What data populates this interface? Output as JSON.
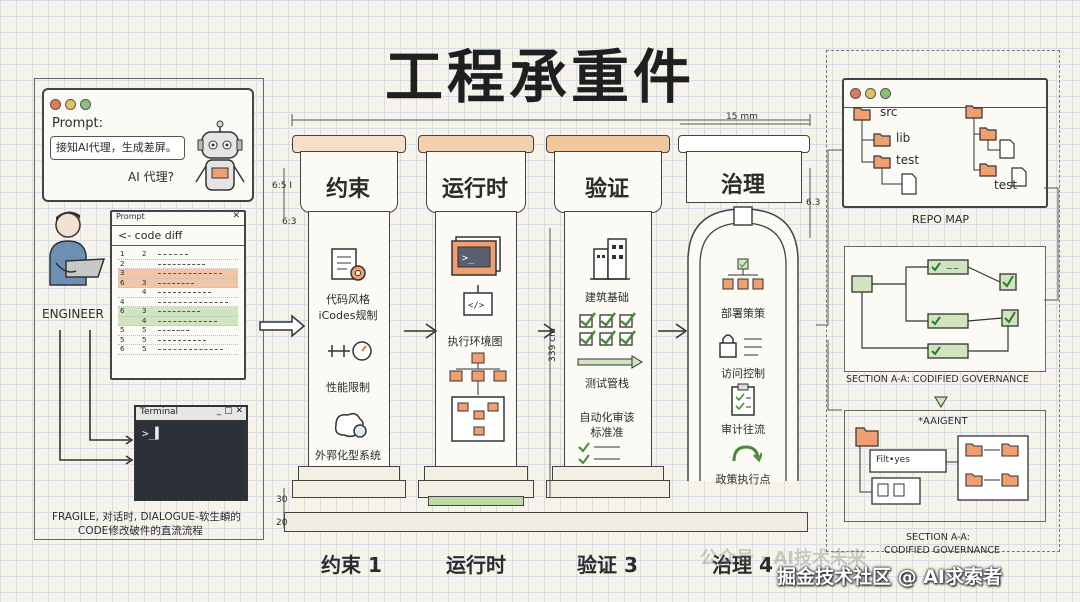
{
  "title": "工程承重件",
  "left": {
    "prompt_label": "Prompt:",
    "prompt_text": "接知AI代理，生成差屏。",
    "robot_text": "AI 代理?",
    "engineer_label": "ENGINEER",
    "prompt_window_label": "Prompt",
    "code_diff_label": "<- code diff",
    "diff_rows": [
      {
        "a": "1",
        "b": "2",
        "type": ""
      },
      {
        "a": "2",
        "b": "",
        "type": ""
      },
      {
        "a": "3",
        "b": "",
        "type": "del"
      },
      {
        "a": "6",
        "b": "3",
        "type": "del"
      },
      {
        "a": "",
        "b": "4",
        "type": ""
      },
      {
        "a": "4",
        "b": "",
        "type": ""
      },
      {
        "a": "6",
        "b": "3",
        "type": "add"
      },
      {
        "a": "",
        "b": "4",
        "type": "add"
      },
      {
        "a": "5",
        "b": "5",
        "type": ""
      },
      {
        "a": "5",
        "b": "5",
        "type": ""
      },
      {
        "a": "6",
        "b": "5",
        "type": ""
      }
    ],
    "terminal_label": "Terminal",
    "terminal_prompt": ">_▌",
    "caption_line1": "FRAGILE, 对话时, DIALOGUE-软生頔的",
    "caption_line2": "CODE修改破件的直流流程"
  },
  "pillars": [
    {
      "name": "约束",
      "items": [
        "代码风格",
        "iCodes规制",
        "性能限制",
        "外郛化型系统"
      ],
      "bottom": "约束 1",
      "cap_color": "#f5dfc9"
    },
    {
      "name": "运行时",
      "items": [
        "执行环境图"
      ],
      "bottom": "运行时",
      "cap_color": "#f3cfae"
    },
    {
      "name": "验证",
      "items": [
        "建筑基础",
        "测试管栈",
        "自动化审该",
        "标准准"
      ],
      "bottom": "验证 3",
      "cap_color": "#f0c8a0"
    },
    {
      "name": "治理",
      "items": [
        "部署策策",
        "访问控制",
        "审计往流",
        "政策执行点"
      ],
      "bottom": "治理 4",
      "cap_color": "#ffffff"
    }
  ],
  "dims": {
    "top": "15 mm",
    "left_a": "6:5 I",
    "left_b": "6:3",
    "side": "339 cm",
    "right": "6.3",
    "bottom_a": "30",
    "bottom_b": "20"
  },
  "right": {
    "repo_items": [
      "src",
      "lib",
      "test",
      "test"
    ],
    "repo_label": "REPO MAP",
    "section1_label": "SECTION A-A: CODIFIED GOVERNANCE",
    "agent_label": "*AAIGENT",
    "file_label": "Filt•yes",
    "section2_line1": "SECTION A-A:",
    "section2_line2": "CODIFIED GOVERNANCE"
  },
  "watermark": "掘金技术社区 @ AI求索者",
  "watermark_faint": "公众号 · AI技术未来"
}
